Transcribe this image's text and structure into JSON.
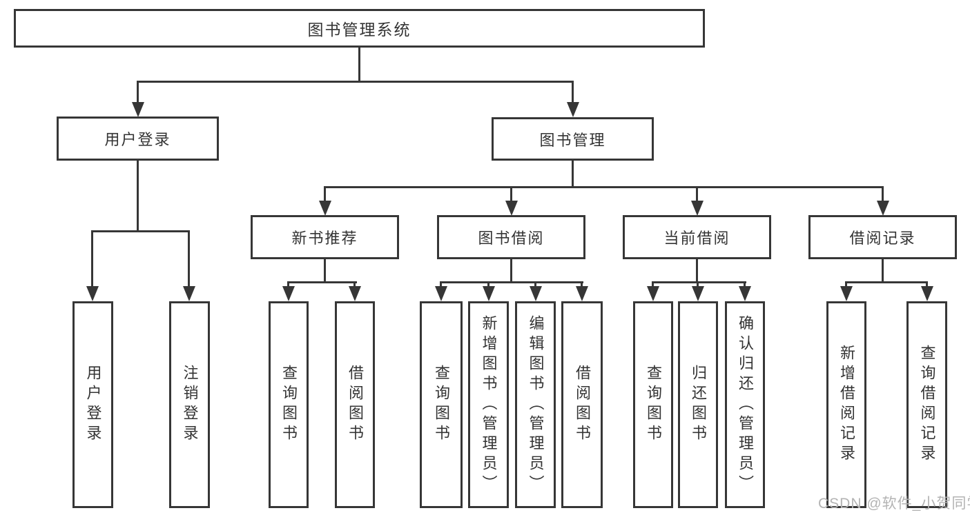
{
  "diagram_title": "图书管理系统",
  "colors": {
    "line": "#363636",
    "box_border": "#363636",
    "box_background": "#ffffff",
    "text": "#333333",
    "watermark": "#b3b3b3",
    "page_background": "#ffffff"
  },
  "nodes": {
    "root": "图书管理系统",
    "user_login": "用户登录",
    "book_mgmt": "图书管理",
    "new_book": "新书推荐",
    "book_borrow": "图书借阅",
    "current_borrow": "当前借阅",
    "borrow_record": "借阅记录",
    "leaf_user_login": "用户登录",
    "leaf_logout": "注销登录",
    "leaf_query_book_1": "查询图书",
    "leaf_borrow_book_1": "借阅图书",
    "leaf_query_book_2": "查询图书",
    "leaf_add_book": "新增图书（管理员）",
    "leaf_edit_book": "编辑图书（管理员）",
    "leaf_borrow_book_2": "借阅图书",
    "leaf_query_book_3": "查询图书",
    "leaf_return_book": "归还图书",
    "leaf_confirm_return": "确认归还（管理员）",
    "leaf_add_record": "新增借阅记录",
    "leaf_query_record": "查询借阅记录"
  },
  "tree": {
    "label": "图书管理系统",
    "children": [
      {
        "label": "用户登录",
        "children": [
          {
            "label": "用户登录"
          },
          {
            "label": "注销登录"
          }
        ]
      },
      {
        "label": "图书管理",
        "children": [
          {
            "label": "新书推荐",
            "children": [
              {
                "label": "查询图书"
              },
              {
                "label": "借阅图书"
              }
            ]
          },
          {
            "label": "图书借阅",
            "children": [
              {
                "label": "查询图书"
              },
              {
                "label": "新增图书（管理员）"
              },
              {
                "label": "编辑图书（管理员）"
              },
              {
                "label": "借阅图书"
              }
            ]
          },
          {
            "label": "当前借阅",
            "children": [
              {
                "label": "查询图书"
              },
              {
                "label": "归还图书"
              },
              {
                "label": "确认归还（管理员）"
              }
            ]
          },
          {
            "label": "借阅记录",
            "children": [
              {
                "label": "新增借阅记录"
              },
              {
                "label": "查询借阅记录"
              }
            ]
          }
        ]
      }
    ]
  },
  "watermark": {
    "text": "CSDN @软件_小贺同学"
  }
}
